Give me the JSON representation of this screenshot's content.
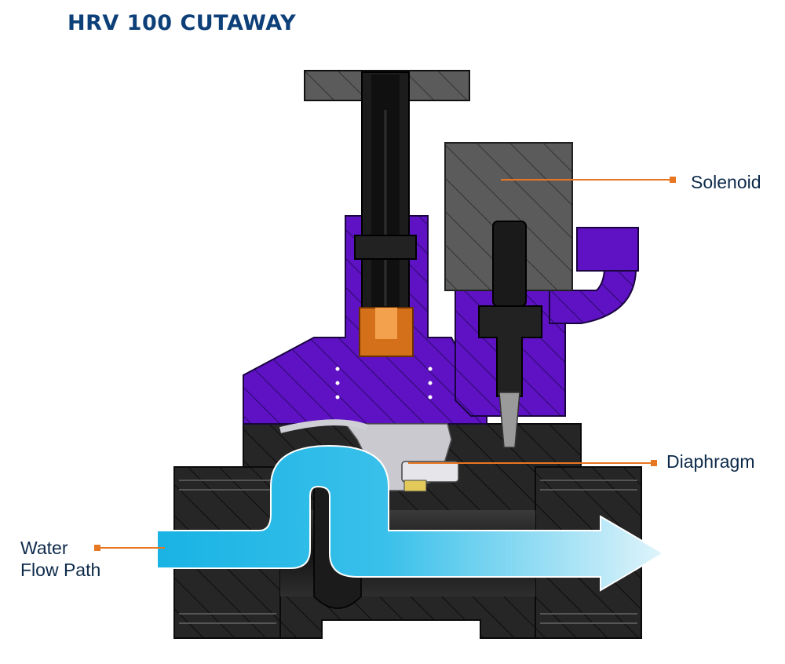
{
  "title": "HRV 100 CUTAWAY",
  "labels": {
    "solenoid": "Solenoid",
    "diaphragm": "Diaphragm",
    "water_line1": "Water",
    "water_line2": "Flow Path"
  },
  "colors": {
    "title": "#0d3f78",
    "leader": "#e87722",
    "body": "#2a2a2a",
    "cap": "#6a11c8",
    "solenoid": "#5a5a5a",
    "water": "#1fb6e6",
    "orange_part": "#d4701a"
  }
}
